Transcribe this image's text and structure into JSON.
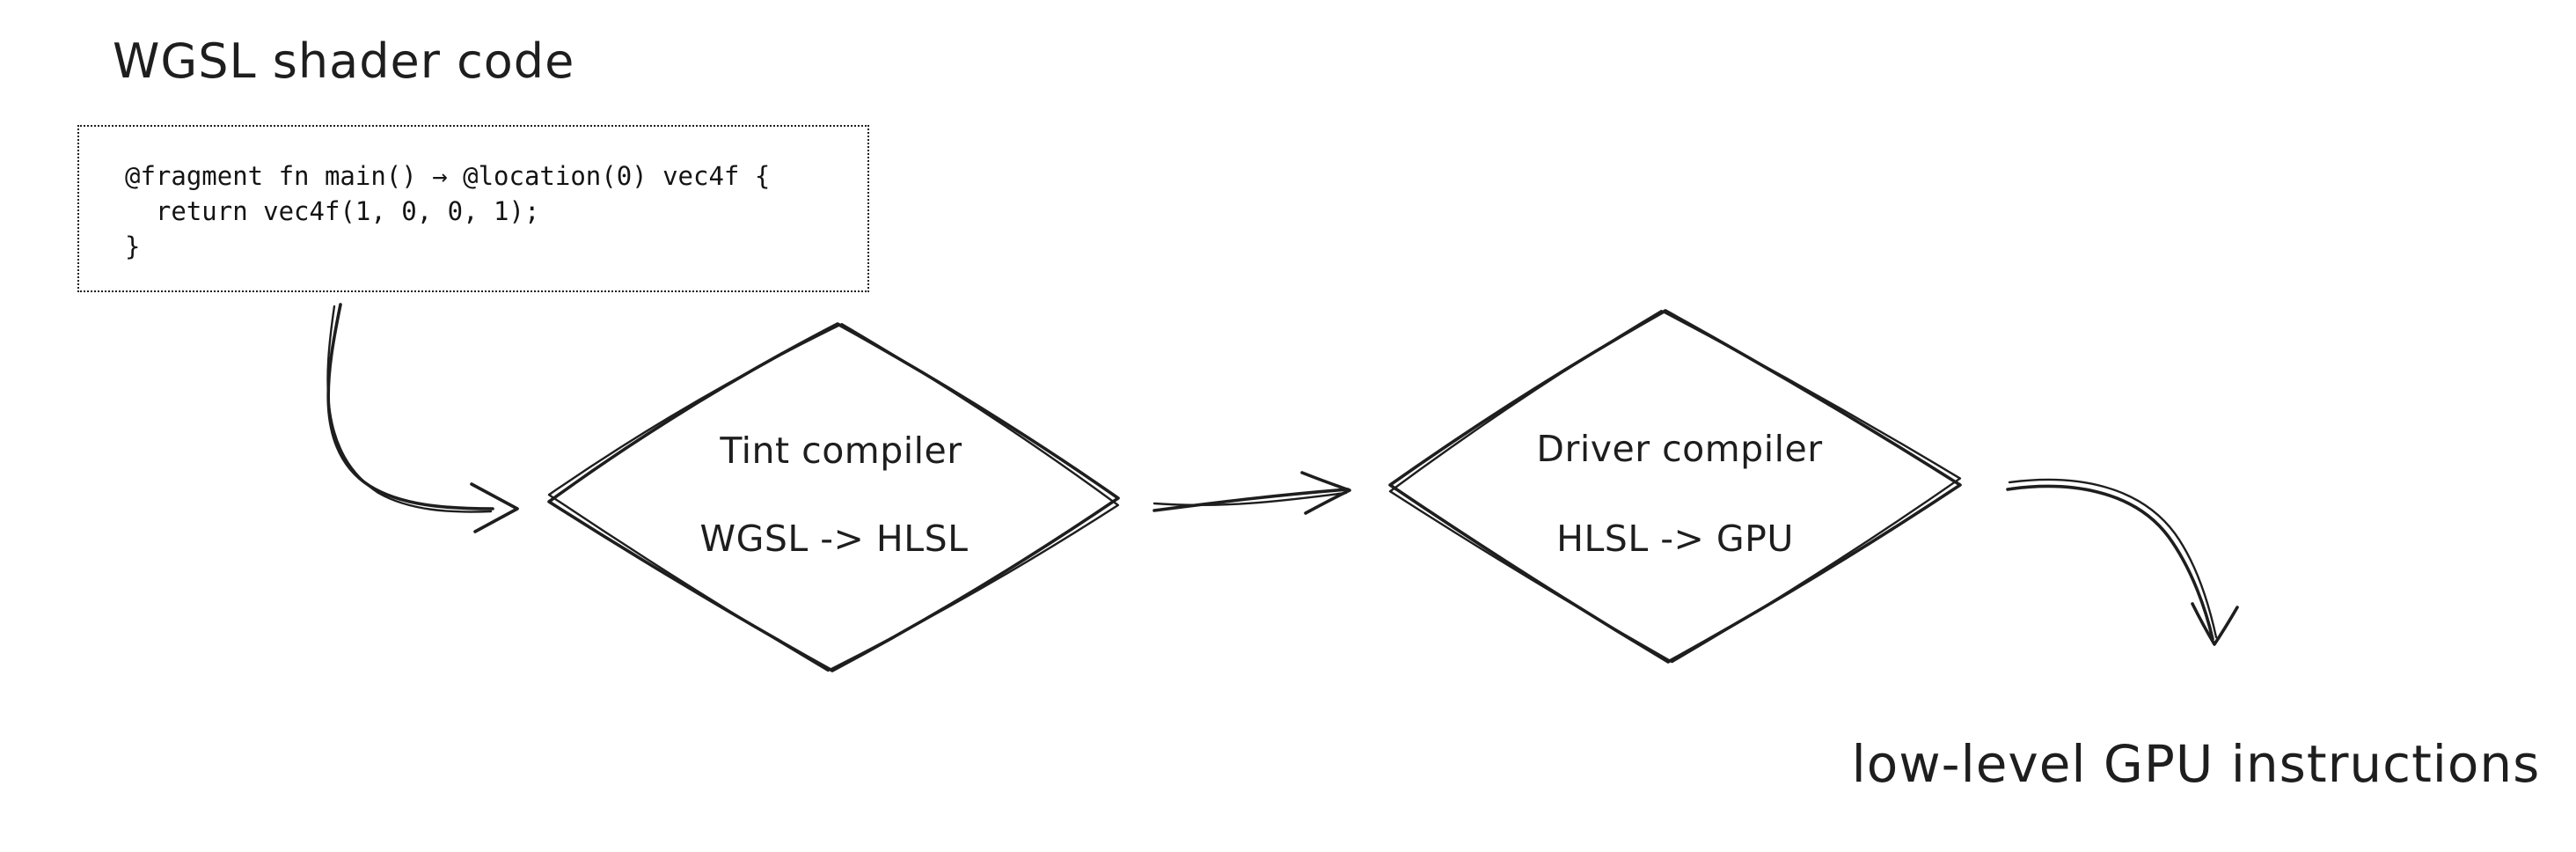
{
  "diagram": {
    "title": "WGSL shader code",
    "code_box": {
      "lines": [
        "@fragment fn main() → @location(0) vec4f {",
        "  return vec4f(1, 0, 0, 1);",
        "}"
      ]
    },
    "nodes": [
      {
        "label": "Tint compiler",
        "sublabel": "WGSL -> HLSL"
      },
      {
        "label": "Driver compiler",
        "sublabel": "HLSL -> GPU"
      }
    ],
    "output_label": "low-level GPU instructions",
    "colors": {
      "stroke": "#1e1e1e",
      "background": "#ffffff"
    }
  }
}
